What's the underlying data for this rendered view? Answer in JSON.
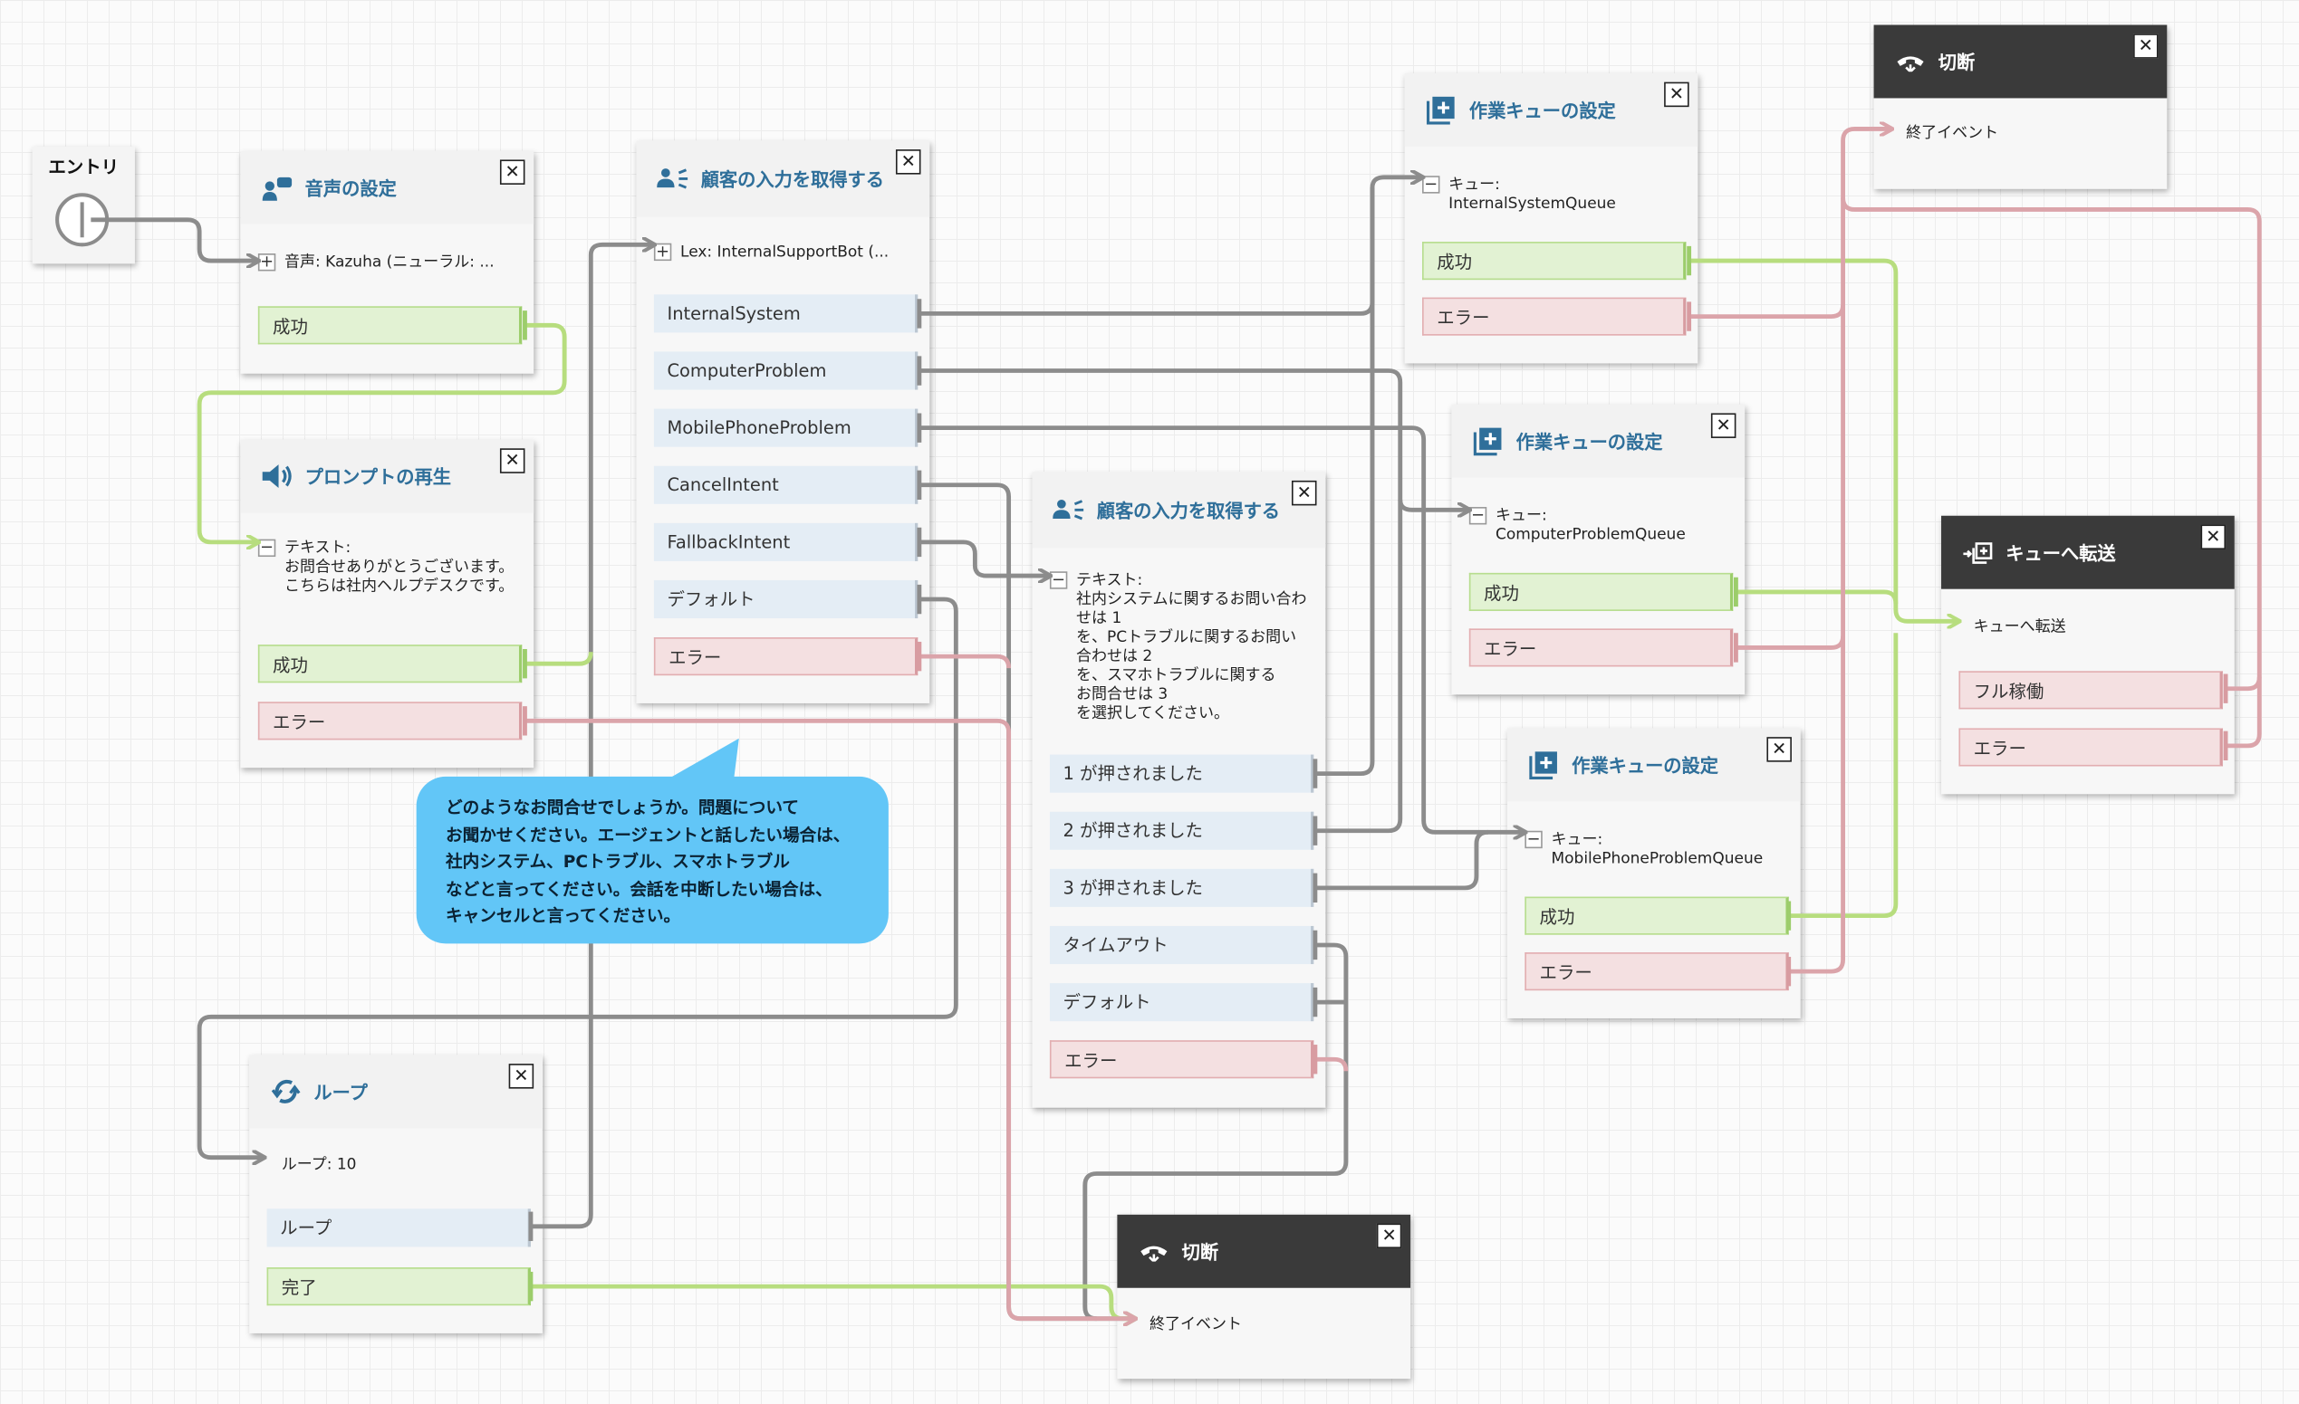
{
  "entry": {
    "label": "エントリ"
  },
  "voice": {
    "title": "音声の設定",
    "param": "音声: Kazuha (ニューラル: ...",
    "success": "成功"
  },
  "prompt": {
    "title": "プロンプトの再生",
    "text": "テキスト:\nお問合せありがとうございます。こちらは社内ヘルプデスクです。",
    "success": "成功",
    "error": "エラー"
  },
  "loop": {
    "title": "ループ",
    "param": "ループ: 10",
    "loop_branch": "ループ",
    "done": "完了"
  },
  "input1": {
    "title": "顧客の入力を取得する",
    "param": "Lex: InternalSupportBot (...",
    "branches": [
      "InternalSystem",
      "ComputerProblem",
      "MobilePhoneProblem",
      "CancelIntent",
      "FallbackIntent",
      "デフォルト"
    ],
    "error": "エラー"
  },
  "input2": {
    "title": "顧客の入力を取得する",
    "text": "テキスト:\n社内システムに関するお問い合わせは 1\nを、PCトラブルに関するお問い合わせは 2\nを、スマホトラブルに関する\nお問合せは 3\nを選択してください。",
    "branches": [
      "1 が押されました",
      "2 が押されました",
      "3 が押されました",
      "タイムアウト",
      "デフォルト"
    ],
    "error": "エラー"
  },
  "queue1": {
    "title": "作業キューの設定",
    "param_label": "キュー:",
    "param_value": "InternalSystemQueue",
    "success": "成功",
    "error": "エラー"
  },
  "queue2": {
    "title": "作業キューの設定",
    "param_label": "キュー:",
    "param_value": "ComputerProblemQueue",
    "success": "成功",
    "error": "エラー"
  },
  "queue3": {
    "title": "作業キューの設定",
    "param_label": "キュー:",
    "param_value": "MobilePhoneProblemQueue",
    "success": "成功",
    "error": "エラー"
  },
  "disconnect_top": {
    "title": "切断",
    "param": "終了イベント"
  },
  "disconnect_bottom": {
    "title": "切断",
    "param": "終了イベント"
  },
  "transfer": {
    "title": "キューへ転送",
    "param": "キューへ転送",
    "full": "フル稼働",
    "error": "エラー"
  },
  "bubble": {
    "text": "どのようなお問合せでしょうか。問題について\nお聞かせください。エージェントと話したい場合は、\n社内システム、PCトラブル、スマホトラブル\nなどと言ってください。会話を中断したい場合は、\nキャンセルと言ってください。"
  },
  "colors": {
    "success_wire": "#b7dd7e",
    "error_wire": "#dba4aa",
    "default_wire": "#8c8c8c",
    "title_blue": "#2f6f9a",
    "bubble": "#62c6f7",
    "header_dark": "#3a3a3a"
  }
}
